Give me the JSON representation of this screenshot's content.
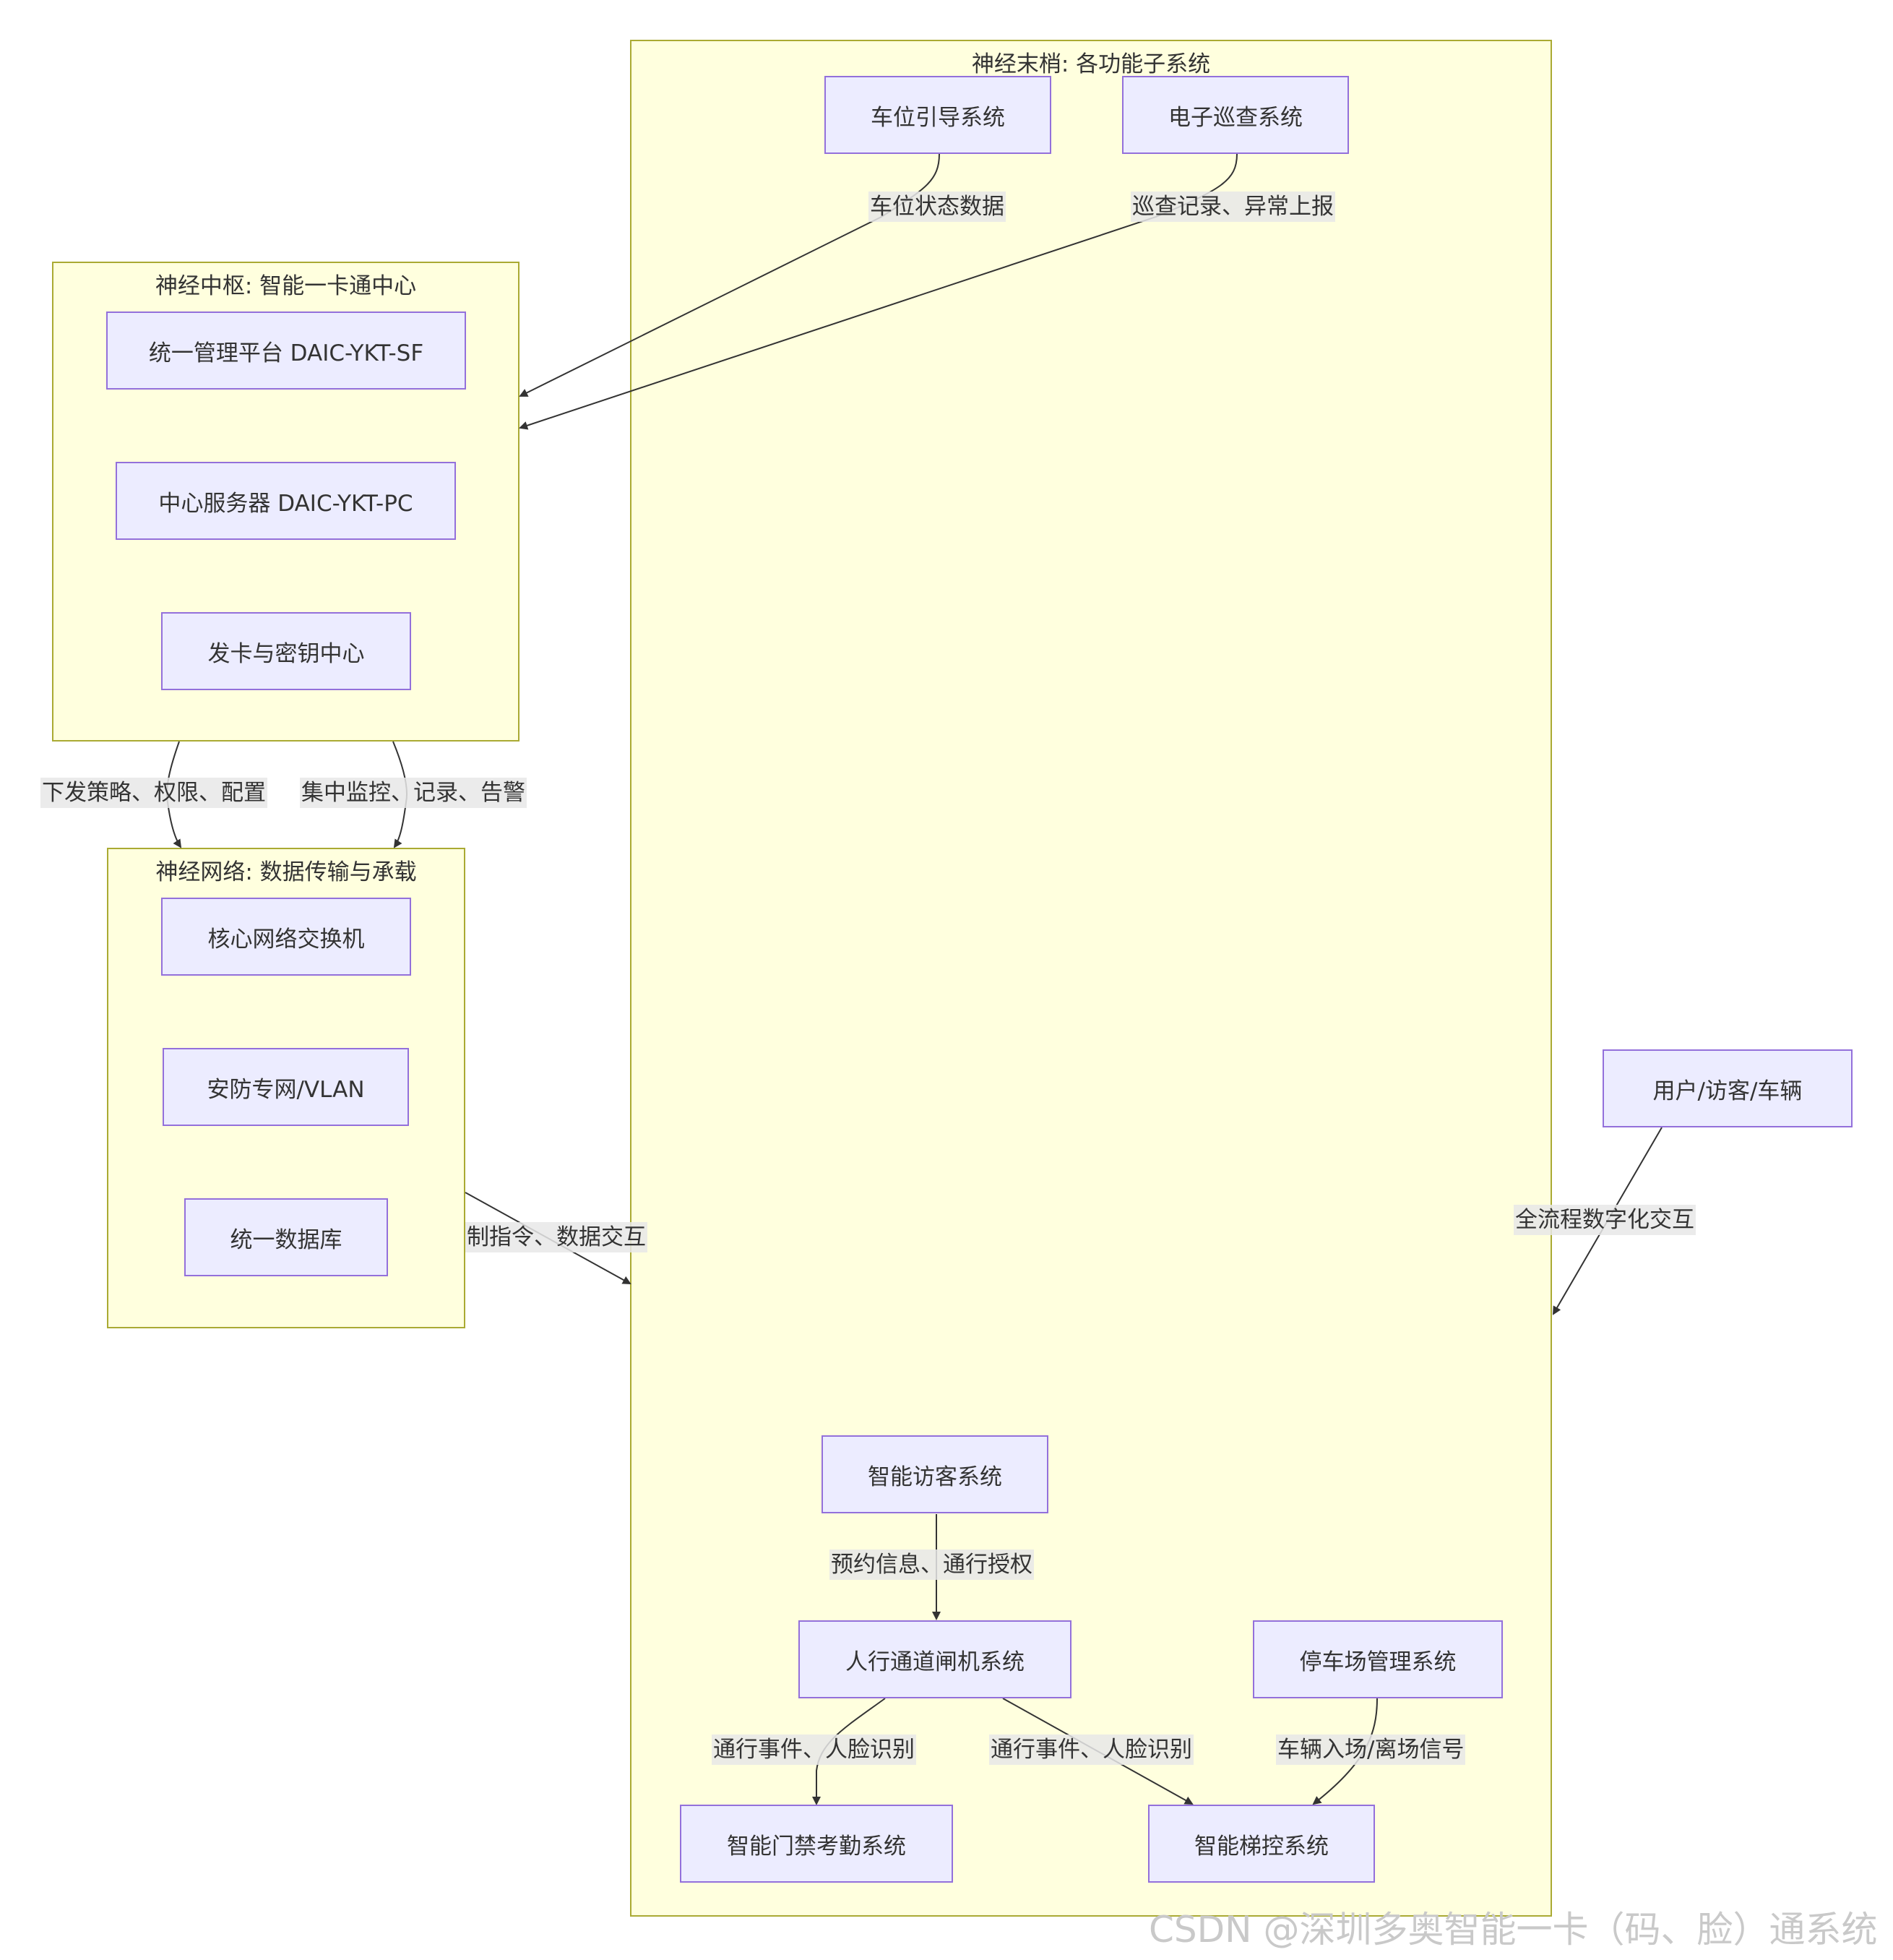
{
  "clusters": {
    "endpoints": {
      "title": "神经末梢: 各功能子系统"
    },
    "hub": {
      "title": "神经中枢: 智能一卡通中心"
    },
    "network": {
      "title": "神经网络: 数据传输与承载"
    }
  },
  "nodes": {
    "parking_guide": "车位引导系统",
    "patrol": "电子巡查系统",
    "mgmt_platform": "统一管理平台 DAIC-YKT-SF",
    "center_server": "中心服务器 DAIC-YKT-PC",
    "card_key_center": "发卡与密钥中心",
    "core_switch": "核心网络交换机",
    "security_vlan": "安防专网/VLAN",
    "unified_db": "统一数据库",
    "users": "用户/访客/车辆",
    "visitor_system": "智能访客系统",
    "pedestrian_gate": "人行通道闸机系统",
    "parking_mgmt": "停车场管理系统",
    "access_attendance": "智能门禁考勤系统",
    "elevator_control": "智能梯控系统"
  },
  "edges": {
    "parking_status": "车位状态数据",
    "patrol_records": "巡查记录、异常上报",
    "issue_policy": "下发策略、权限、配置",
    "central_monitor": "集中监控、记录、告警",
    "control_data": "制指令、数据交互",
    "full_digital": "全流程数字化交互",
    "reservation": "预约信息、通行授权",
    "pass_event_1": "通行事件、人脸识别",
    "pass_event_2": "通行事件、人脸识别",
    "vehicle_signal": "车辆入场/离场信号"
  },
  "watermark": "CSDN @深圳多奥智能一卡（码、脸）通系统"
}
